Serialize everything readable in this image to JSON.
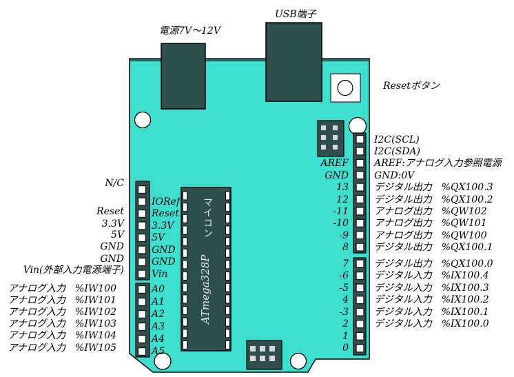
{
  "colors": {
    "board": "#3EDFCE",
    "board_edge": "#000000",
    "board_top_edge": "#1A6B63",
    "component_dark": "#2F4F4F",
    "pin_square": "#FFFFFF",
    "mounting_hole": "#FFFFFF",
    "chip_text": "#E8E8E8",
    "label_text": "#000000",
    "background": "#FFFFFF"
  },
  "top_labels": {
    "power_supply": "電源7V〜12V",
    "usb": "USB端子",
    "reset_button": "Resetボタン"
  },
  "chip": {
    "label_vertical": "マイコン",
    "part_number": "ATmega328P"
  },
  "power_header": {
    "external_labels": [
      "N/C",
      "Reset",
      "3.3V",
      "5V",
      "GND",
      "GND",
      "Vin(外部入力電源端子)"
    ],
    "pin_labels": [
      "IORef",
      "Reset",
      "3.3V",
      "5V",
      "GND",
      "GND",
      "Vin"
    ]
  },
  "analog_header": {
    "pin_labels": [
      "A0",
      "A1",
      "A2",
      "A3",
      "A4",
      "A5"
    ],
    "external_labels": [
      "アナログ入力　%IW100",
      "アナログ入力　%IW101",
      "アナログ入力　%IW102",
      "アナログ入力　%IW103",
      "アナログ入力　%IW104",
      "アナログ入力　%IW105"
    ]
  },
  "digital_upper": {
    "pin_labels": [
      "AREF",
      "GND",
      "13",
      "12",
      "-11",
      "-10",
      "-9",
      "8"
    ],
    "descriptions": [
      "I2C(SCL)",
      "I2C(SDA)",
      "AREF:アナログ入力参照電源",
      "GND:0V",
      "デジタル出力　%QX100.3",
      "デジタル出力　%QX100.2",
      "アナログ出力　%QW102",
      "アナログ出力　%QW101",
      "アナログ出力　%QW100",
      "デジタル出力　%QX100.1"
    ]
  },
  "digital_lower": {
    "pin_labels": [
      "7",
      "-6",
      "-5",
      "4",
      "-3",
      "2",
      "1",
      "0"
    ],
    "descriptions": [
      "デジタル出力　%QX100.0",
      "デジタル入力　%IX100.4",
      "デジタル入力　%IX100.3",
      "デジタル入力　%IX100.2",
      "デジタル入力　%IX100.1",
      "デジタル入力　%IX100.0"
    ]
  }
}
